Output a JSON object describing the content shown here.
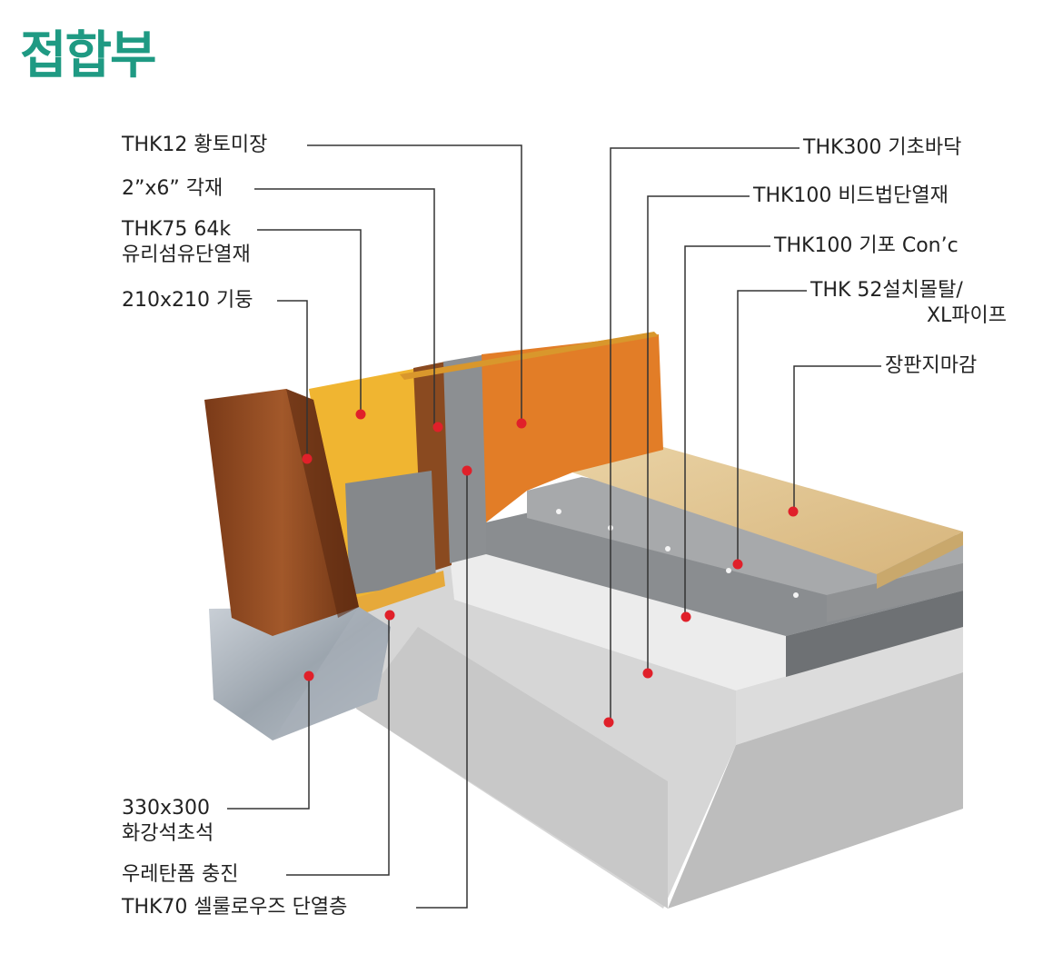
{
  "title": "접합부",
  "labels": {
    "l1": "THK12 황토미장",
    "l2": "2”x6” 각재",
    "l3a": "THK75 64k",
    "l3b": "유리섬유단열재",
    "l4": "210x210 기둥",
    "r1": "THK300 기초바닥",
    "r2": "THK100 비드법단열재",
    "r3": "THK100 기포 Con’c",
    "r4a": "THK 52설치몰탈/",
    "r4b": "XL파이프",
    "r5": "장판지마감",
    "b1a": "330x300",
    "b1b": "화강석초석",
    "b2": "우레탄폼 충진",
    "b3": "THK70 셀룰로우즈 단열층"
  },
  "colors": {
    "title": "#1f9a83",
    "marker": "#e0202a",
    "leader": "#333333"
  }
}
